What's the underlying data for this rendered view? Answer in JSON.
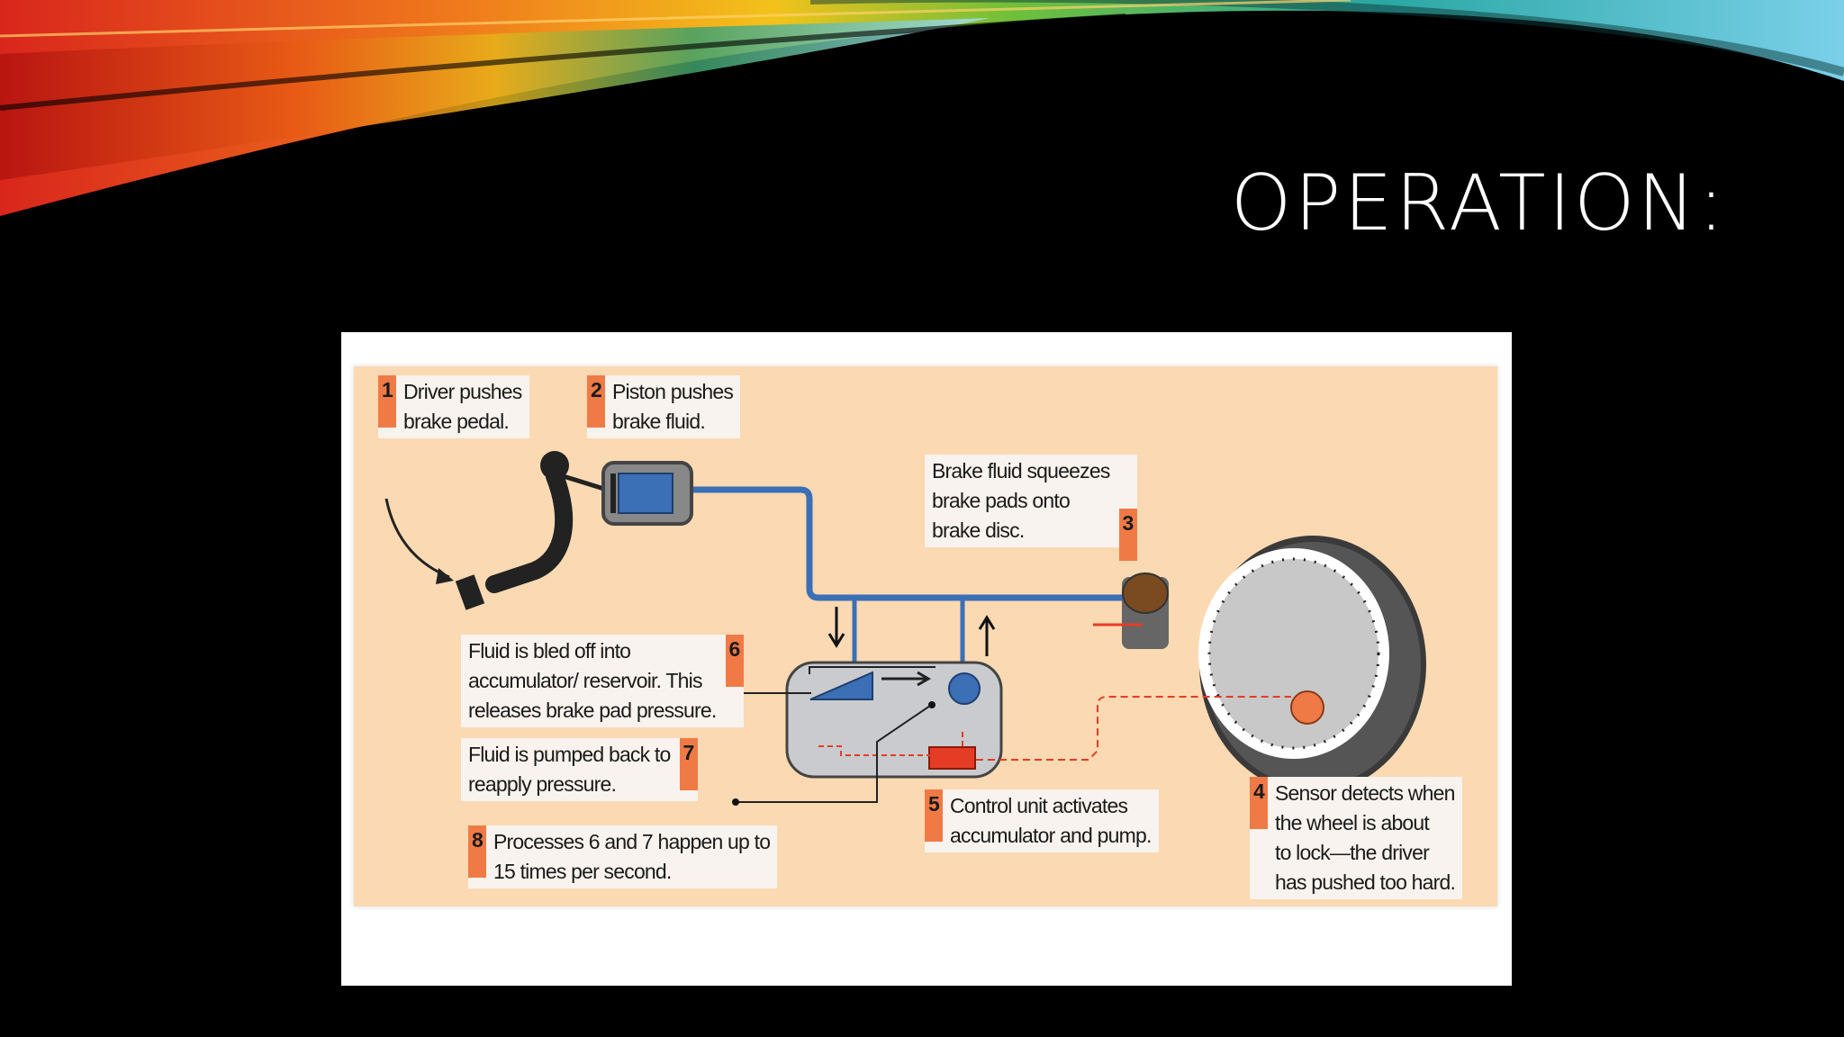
{
  "slide": {
    "title": "OPERATION:"
  },
  "colors": {
    "background": "#000000",
    "panel": "#fbd9b2",
    "pipe": "#3b6fb6",
    "accent": "#f07a45"
  },
  "diagram": {
    "callouts": [
      {
        "num": "1",
        "lines": [
          "Driver pushes",
          "brake pedal."
        ]
      },
      {
        "num": "2",
        "lines": [
          "Piston pushes",
          "brake fluid."
        ]
      },
      {
        "num": "3",
        "lines": [
          "Brake fluid squeezes",
          "brake pads onto",
          "brake disc."
        ]
      },
      {
        "num": "4",
        "lines": [
          "Sensor detects when",
          "the wheel is about",
          "to lock—the driver",
          "has pushed too hard."
        ]
      },
      {
        "num": "5",
        "lines": [
          "Control unit activates",
          "accumulator and pump."
        ]
      },
      {
        "num": "6",
        "lines": [
          "Fluid is bled off into",
          "accumulator/ reservoir. This",
          "releases brake pad pressure."
        ]
      },
      {
        "num": "7",
        "lines": [
          "Fluid is pumped back to",
          "reapply pressure."
        ]
      },
      {
        "num": "8",
        "lines": [
          "Processes 6 and 7 happen up to",
          "15 times per second."
        ]
      }
    ],
    "parts": [
      "brake-pedal",
      "master-cylinder",
      "brake-line",
      "hydraulic-unit",
      "control-unit",
      "wheel",
      "brake-caliper",
      "wheel-speed-sensor"
    ]
  }
}
